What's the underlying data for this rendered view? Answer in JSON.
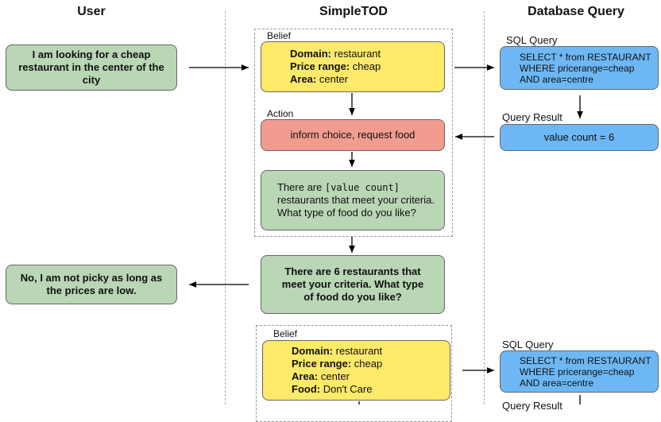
{
  "headers": {
    "user": "User",
    "simpletod": "SimpleTOD",
    "db": "Database Query"
  },
  "turn1": {
    "user_utterance": "I am looking for a cheap restaurant in the center of the city",
    "belief_label": "Belief",
    "belief": [
      {
        "key": "Domain:",
        "value": " restaurant"
      },
      {
        "key": "Price range:",
        "value": " cheap"
      },
      {
        "key": "Area:",
        "value": " center"
      }
    ],
    "action_label": "Action",
    "action": "inform choice, request food",
    "delex_pre": "There are ",
    "delex_slot": "[value count]",
    "delex_post": " restaurants that meet your criteria. What type of food do you like?",
    "sql_label": "SQL Query",
    "sql": [
      "SELECT * from RESTAURANT",
      "WHERE pricerange=cheap",
      "AND area=centre"
    ],
    "result_label": "Query Result",
    "result": "value count = 6",
    "response": "There are 6 restaurants that meet your criteria. What type of food do you like?"
  },
  "turn2": {
    "user_utterance": "No, I am not picky as long as the prices are low.",
    "belief_label": "Belief",
    "belief": [
      {
        "key": "Domain:",
        "value": " restaurant"
      },
      {
        "key": "Price range:",
        "value": " cheap"
      },
      {
        "key": "Area:",
        "value": " center"
      },
      {
        "key": "Food:",
        "value": " Don't Care"
      }
    ],
    "sql_label": "SQL Query",
    "sql": [
      "SELECT * from RESTAURANT",
      "WHERE pricerange=cheap",
      "AND area=centre"
    ],
    "result_label": "Query Result"
  }
}
